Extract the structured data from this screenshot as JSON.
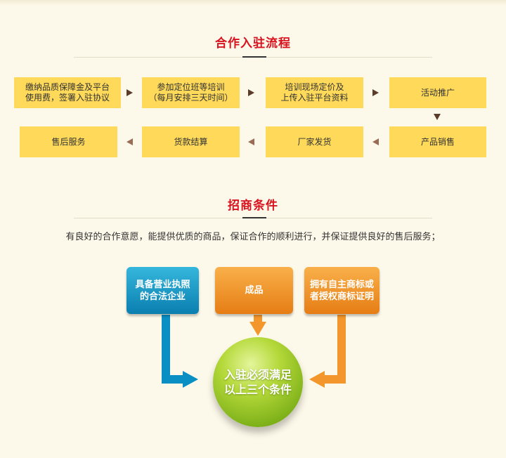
{
  "process": {
    "title": "合作入驻流程",
    "row1": [
      "缴纳品质保障金及平台\n使用费，签署入驻协议",
      "参加定位班等培训\n（每月安排三天时间）",
      "培训现场定价及\n上传入驻平台资料",
      "活动推广"
    ],
    "row2": [
      "售后服务",
      "货款结算",
      "厂家发货",
      "产品销售"
    ]
  },
  "conditions": {
    "title": "招商条件",
    "description": "有良好的合作意愿，能提供优质的商品，保证合作的顺利进行，并保证提供良好的售后服务；",
    "boxes": [
      "具备营业执照\n的合法企业",
      "成品",
      "拥有自主商标或\n者授权商标证明"
    ],
    "center": "入驻必须满足\n以上三个条件"
  },
  "colors": {
    "title_red": "#d8121e",
    "step_yellow": "#fed95a",
    "blue": "#0a8fc4",
    "orange": "#f3962b",
    "green": "#8bbe1f"
  }
}
